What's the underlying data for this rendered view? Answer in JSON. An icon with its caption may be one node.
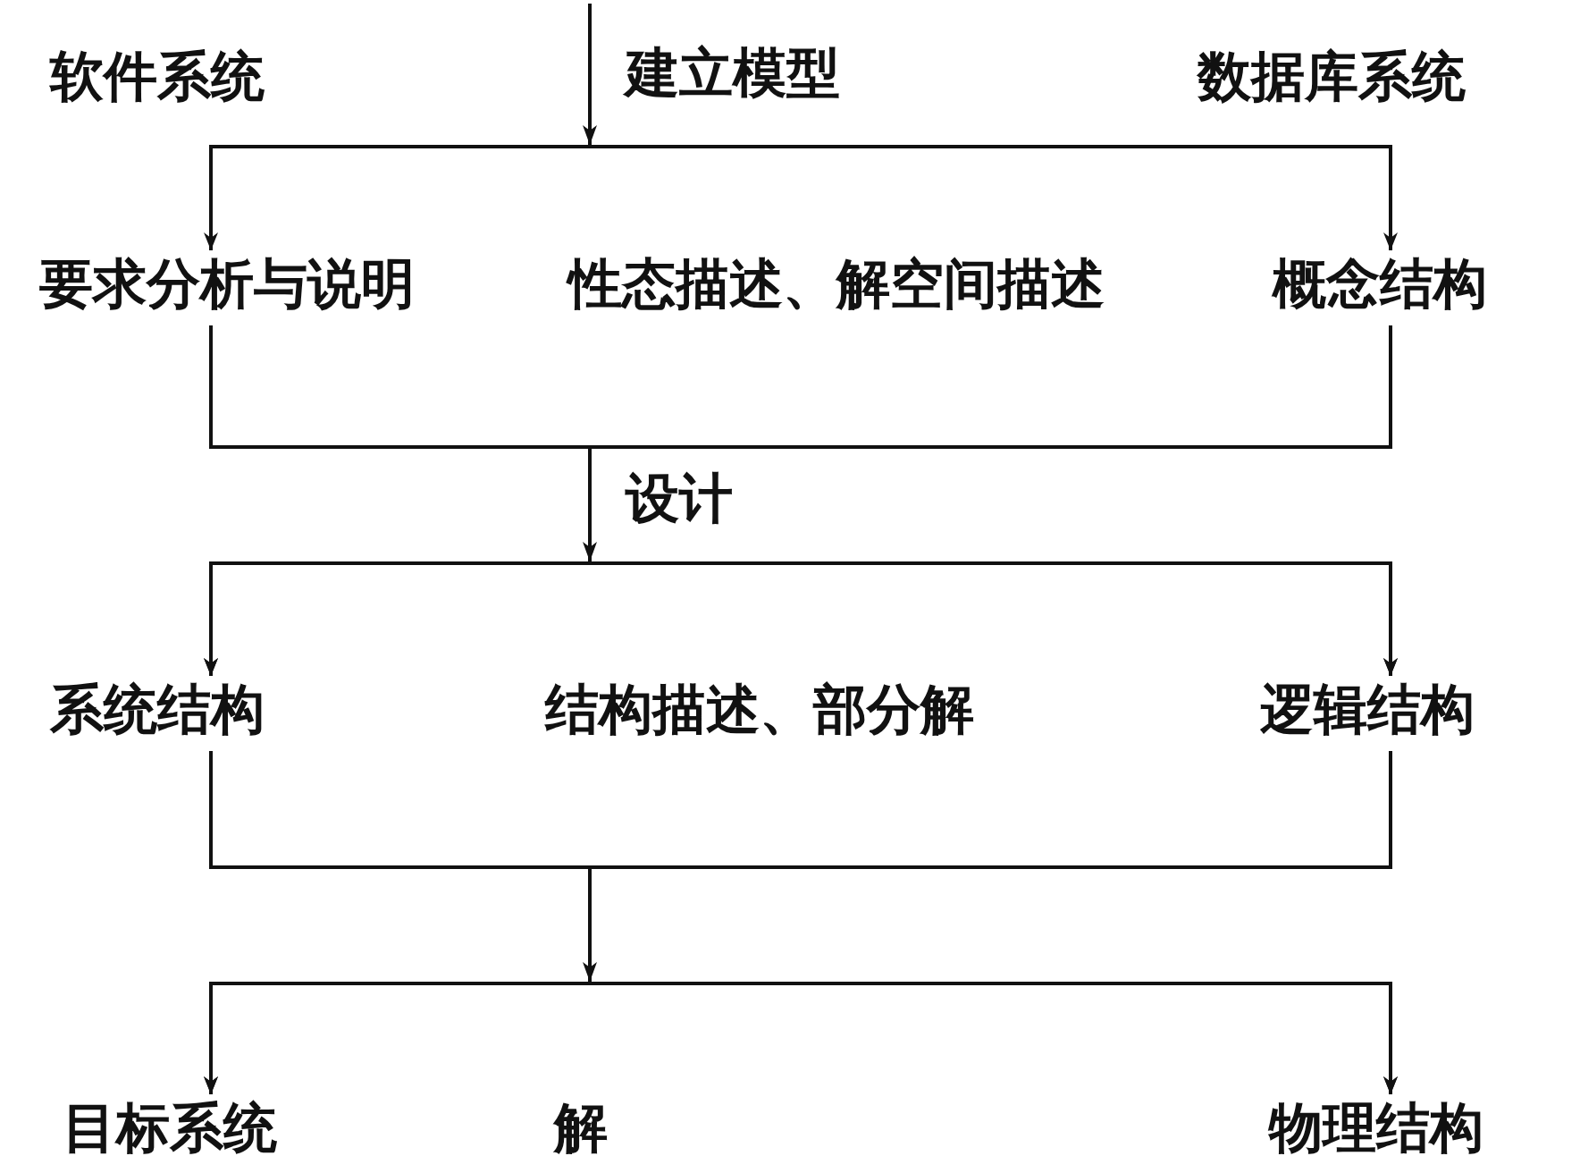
{
  "diagram": {
    "nodes": [
      {
        "text": [
          "软件系统"
        ]
      },
      {
        "text": [
          "数据库系统"
        ]
      },
      {
        "text": [
          "要求分析与说明"
        ]
      },
      {
        "text": [
          "性态描述、解空间描述"
        ]
      },
      {
        "text": [
          "概念结构"
        ]
      },
      {
        "text": [
          "系统结构"
        ]
      },
      {
        "text": [
          "结构描述、部分解"
        ]
      },
      {
        "text": [
          "逻辑结构"
        ]
      },
      {
        "text": [
          "目标系统"
        ]
      },
      {
        "text": [
          "解"
        ]
      },
      {
        "text": [
          "物理结构"
        ]
      }
    ],
    "edges": [
      {
        "from": null,
        "to": 2,
        "arrow": "to",
        "label": "建立模型"
      },
      {
        "from": null,
        "to": 4,
        "arrow": "to"
      },
      {
        "from": 2,
        "to": 5,
        "arrow": "to",
        "label": "设计"
      },
      {
        "from": 2,
        "to": 7,
        "arrow": "to"
      },
      {
        "from": 4,
        "to": 5,
        "arrow": "to"
      },
      {
        "from": 4,
        "to": 7,
        "arrow": "to"
      },
      {
        "from": 5,
        "to": 8,
        "arrow": "to"
      },
      {
        "from": 5,
        "to": 10,
        "arrow": "to"
      },
      {
        "from": 7,
        "to": 8,
        "arrow": "to"
      },
      {
        "from": 7,
        "to": 10,
        "arrow": "to"
      }
    ]
  }
}
